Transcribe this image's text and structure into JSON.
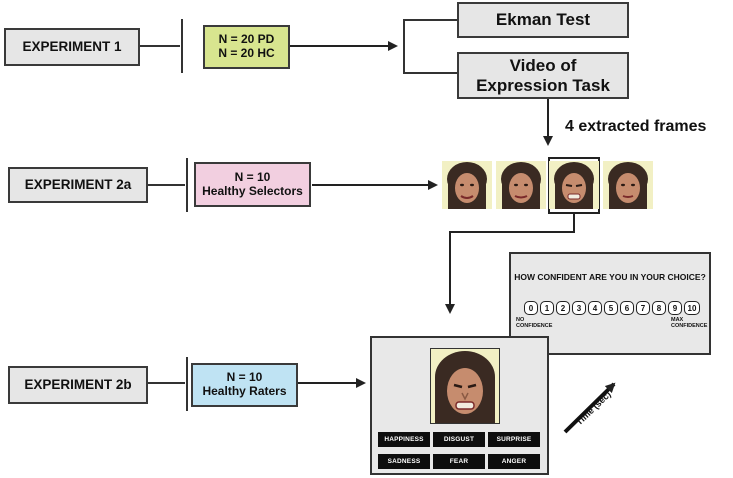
{
  "experiment1": {
    "label": "EXPERIMENT 1",
    "groups_line1": "N = 20 PD",
    "groups_line2": "N = 20 HC"
  },
  "tasks": {
    "ekman": "Ekman Test",
    "video_line1": "Video of",
    "video_line2": "Expression Task"
  },
  "frames_caption": "4 extracted frames",
  "experiment2a": {
    "label": "EXPERIMENT 2a",
    "groups_line1": "N = 10",
    "groups_line2": "Healthy Selectors"
  },
  "experiment2b": {
    "label": "EXPERIMENT 2b",
    "groups_line1": "N = 10",
    "groups_line2": "Healthy Raters"
  },
  "confidence_screen": {
    "question": "HOW CONFIDENT ARE YOU IN YOUR CHOICE?",
    "scale": [
      "0",
      "1",
      "2",
      "3",
      "4",
      "5",
      "6",
      "7",
      "8",
      "9",
      "10"
    ],
    "min_label_line1": "NO",
    "min_label_line2": "CONFIDENCE",
    "max_label_line1": "MAX",
    "max_label_line2": "CONFIDENCE"
  },
  "emotion_screen": {
    "options": [
      "HAPPINESS",
      "DISGUST",
      "SURPRISE",
      "SADNESS",
      "FEAR",
      "ANGER"
    ]
  },
  "time_label": "Time (sec)",
  "colors": {
    "experiment_box": "#e6e6e6",
    "exp1_group": "#d8e58f",
    "exp2a_group": "#f2cfe0",
    "exp2b_group": "#bfe3f3",
    "frame_background": "#f2f0c4"
  }
}
